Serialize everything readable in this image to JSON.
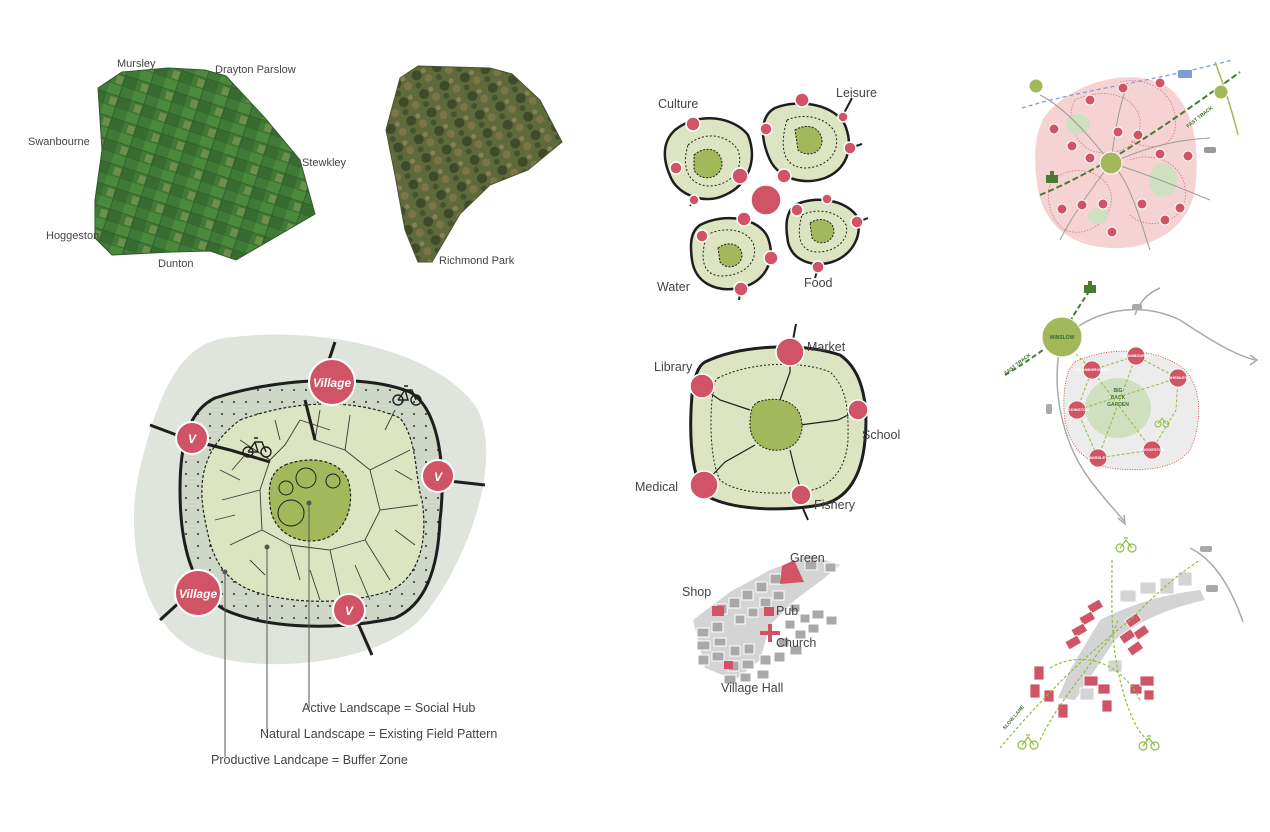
{
  "maps": {
    "aerial_1": {
      "labels": [
        "Mursley",
        "Drayton Parslow",
        "Swanbourne",
        "Stewkley",
        "Hoggeston",
        "Dunton"
      ]
    },
    "aerial_2": {
      "label": "Richmond Park"
    }
  },
  "main_diagram": {
    "village_labels": [
      "Village",
      "Village"
    ],
    "v_labels": [
      "V",
      "V",
      "V"
    ],
    "legend": [
      "Active Landscape = Social Hub",
      "Natural Landscape = Existing Field Pattern",
      "Productive Landcape = Buffer Zone"
    ]
  },
  "cluster_diagram": {
    "labels": [
      "Culture",
      "Leisure",
      "Water",
      "Food"
    ]
  },
  "hub_diagram": {
    "labels": [
      "Market",
      "Library",
      "School",
      "Medical",
      "Fishery"
    ]
  },
  "village_plan": {
    "labels": [
      "Green",
      "Shop",
      "Pub",
      "Church",
      "Village Hall"
    ]
  },
  "network_diagram": {
    "track_label": "FAST TRACK"
  },
  "winslow_diagram": {
    "town_label": "WINSLOW",
    "track_label": "FAST TRACK",
    "garden_label": [
      "BIG",
      "BACK",
      "GARDEN"
    ],
    "node_labels": [
      "GRANBOROUGH",
      "SWANBOURNE",
      "SHENLEY",
      "ADDINGTON",
      "HOGGESTON",
      "MURSLEY"
    ]
  },
  "cycle_plan": {
    "lane_label": "SLOW LANE"
  },
  "colors": {
    "accent_red": "#d05466",
    "green_core": "#a3b85a",
    "pale_green": "#dce4c2",
    "buffer_grey": "#dfe4dc",
    "pink_field": "#f6d3d3",
    "dashed_green": "#8fbe3f",
    "dashed_blue": "#7f9ed0",
    "dark_green": "#4a7a35"
  }
}
